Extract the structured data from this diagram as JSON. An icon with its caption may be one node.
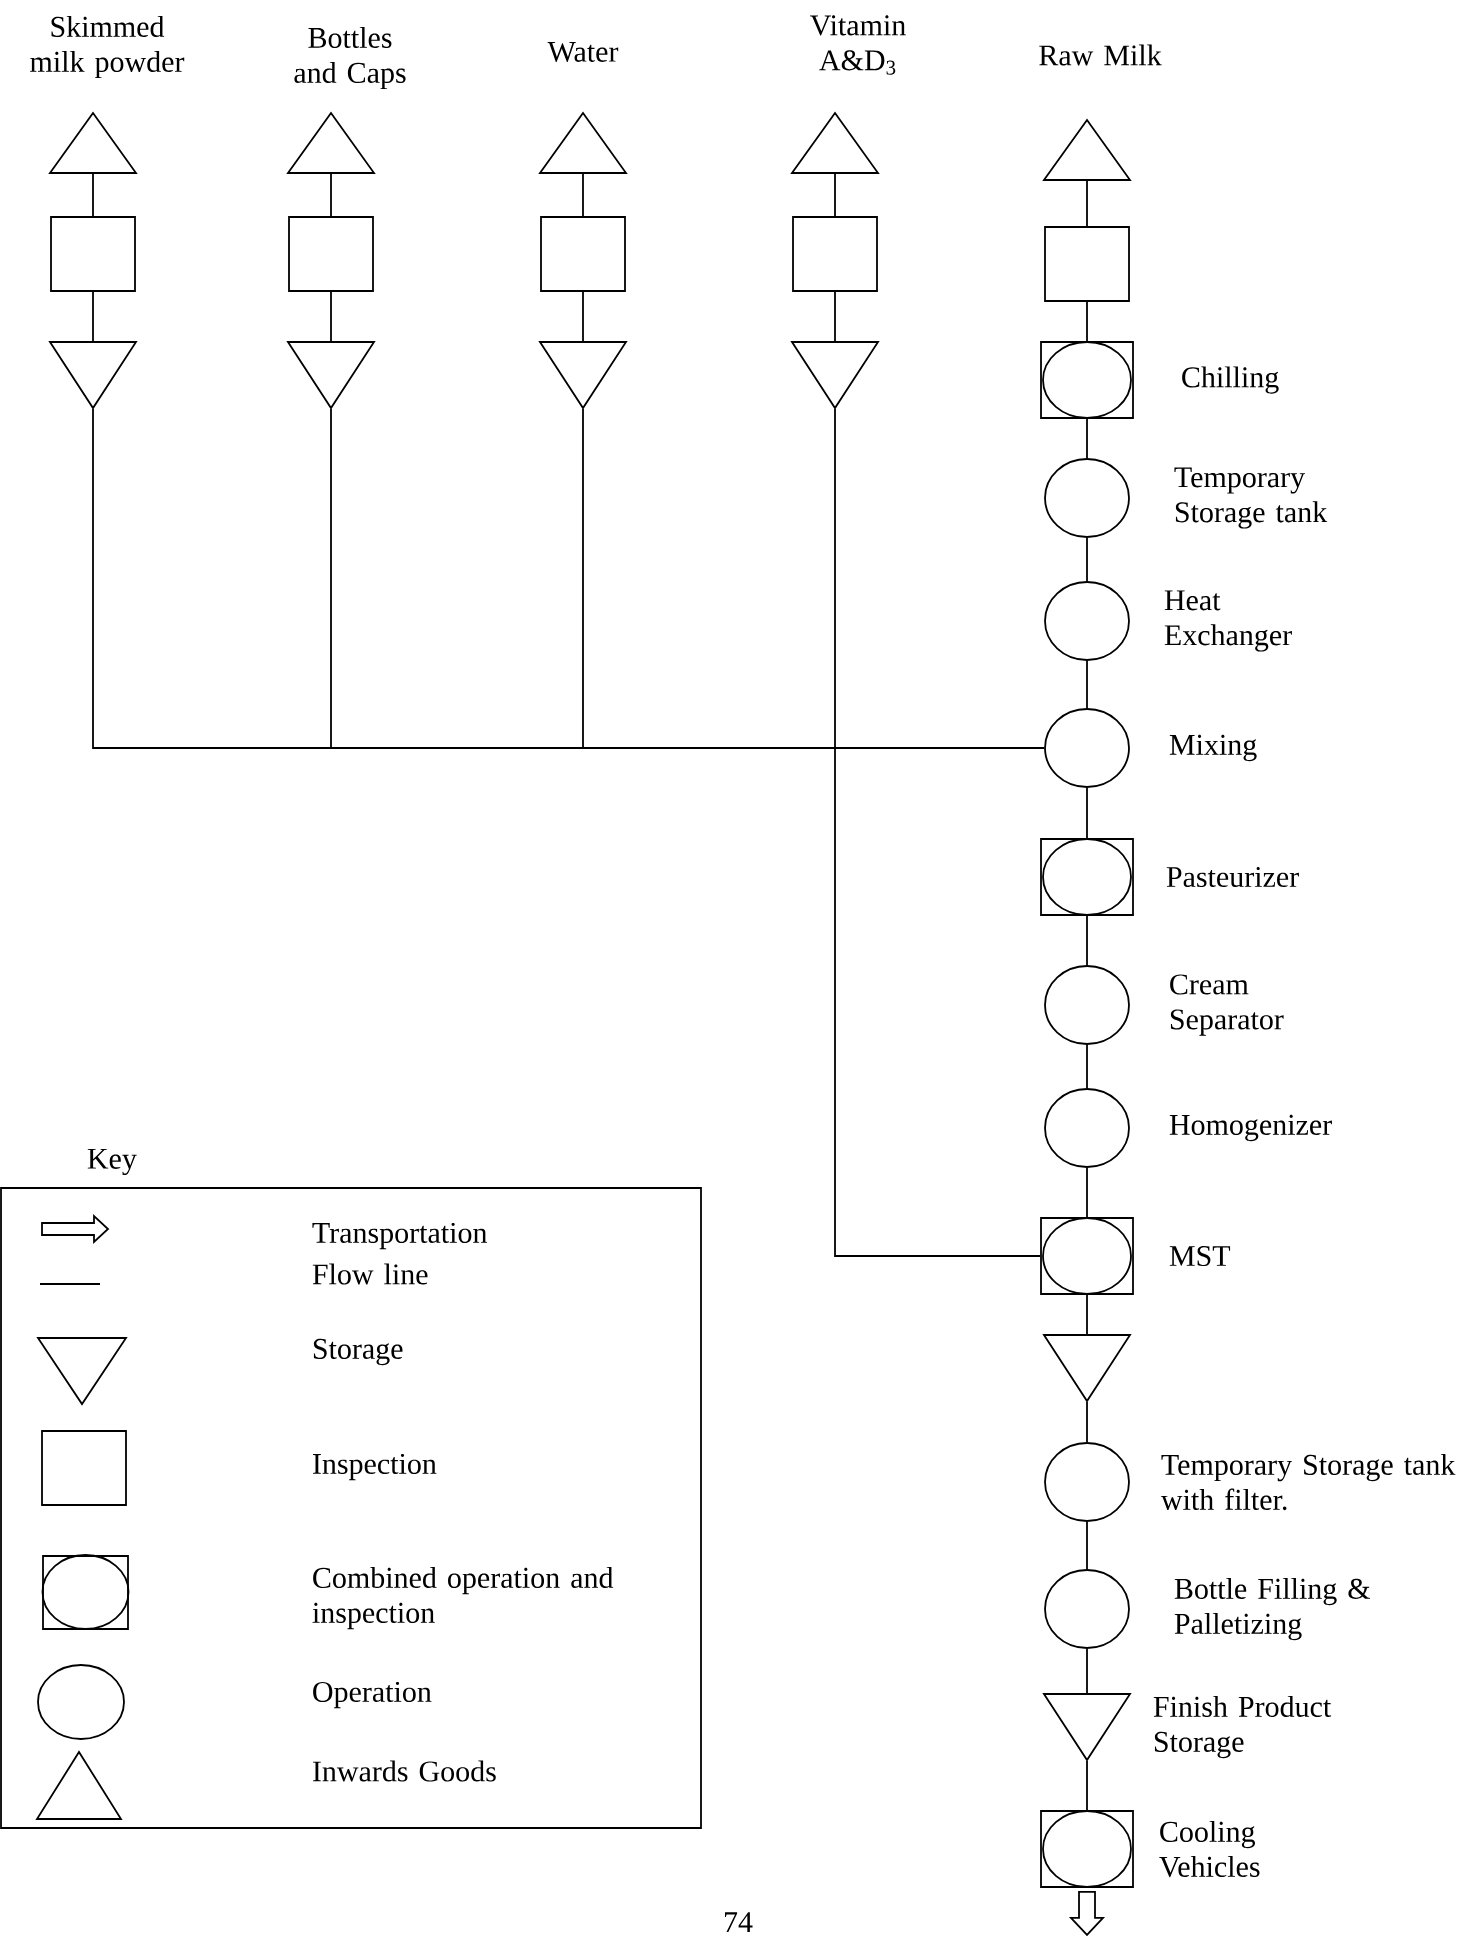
{
  "diagram": {
    "nodes": [
      {
        "text": [
          "Skimmed milk powder"
        ]
      },
      {
        "text": [
          "Bottles and Caps"
        ]
      },
      {
        "text": [
          "Water"
        ]
      },
      {
        "text": [
          "Vitamin A&D$_{3}$"
        ]
      },
      {
        "text": [
          "Raw Milk"
        ]
      },
      {
        "text": [],
        "shape": "box"
      },
      {
        "text": [],
        "shape": "box"
      },
      {
        "text": [],
        "shape": "box"
      },
      {
        "text": [],
        "shape": "box"
      },
      {
        "text": [],
        "shape": "box"
      },
      {
        "text": [],
        "shape": "triangle"
      },
      {
        "text": [],
        "shape": "triangle"
      },
      {
        "text": [],
        "shape": "triangle"
      },
      {
        "text": [],
        "shape": "triangle"
      },
      {
        "text": [
          "Chilling"
        ]
      },
      {
        "text": [
          "Temporary Storage tank"
        ]
      },
      {
        "text": [
          "Heat Exchanger"
        ]
      },
      {
        "text": [
          "Mixing"
        ]
      },
      {
        "text": [
          "Pasteurizer"
        ]
      },
      {
        "text": [
          "Cream Separator"
        ]
      },
      {
        "text": [
          "Homogenizer"
        ]
      },
      {
        "text": [
          "MST"
        ]
      },
      {
        "text": [],
        "shape": "triangle"
      },
      {
        "text": [
          "Temporary Storage tank with filter."
        ]
      },
      {
        "text": [
          "Bottle Filling & Palletizing"
        ]
      },
      {
        "text": [
          "Finish Product Storage"
        ]
      },
      {
        "text": [
          "Cooling Vehicles"
        ]
      }
    ],
    "edges": [
      {
        "from": 0,
        "to": 5,
        "arrow": "none"
      },
      {
        "from": 5,
        "to": 10,
        "arrow": "none"
      },
      {
        "from": 1,
        "to": 6,
        "arrow": "none"
      },
      {
        "from": 6,
        "to": 11,
        "arrow": "none"
      },
      {
        "from": 2,
        "to": 7,
        "arrow": "none"
      },
      {
        "from": 7,
        "to": 12,
        "arrow": "none"
      },
      {
        "from": 3,
        "to": 8,
        "arrow": "none"
      },
      {
        "from": 8,
        "to": 13,
        "arrow": "none"
      },
      {
        "from": 4,
        "to": 9,
        "arrow": "none"
      },
      {
        "from": 9,
        "to": 14,
        "arrow": "none"
      },
      {
        "from": 10,
        "to": 17,
        "arrow": "none"
      },
      {
        "from": 11,
        "to": 17,
        "arrow": "none"
      },
      {
        "from": 12,
        "to": 17,
        "arrow": "none"
      },
      {
        "from": 13,
        "to": 21,
        "arrow": "none"
      },
      {
        "from": 14,
        "to": 15,
        "arrow": "none"
      },
      {
        "from": 15,
        "to": 16,
        "arrow": "none"
      },
      {
        "from": 16,
        "to": 17,
        "arrow": "none"
      },
      {
        "from": 17,
        "to": 18,
        "arrow": "none"
      },
      {
        "from": 18,
        "to": 19,
        "arrow": "none"
      },
      {
        "from": 19,
        "to": 20,
        "arrow": "none"
      },
      {
        "from": 20,
        "to": 21,
        "arrow": "none"
      },
      {
        "from": 21,
        "to": 22,
        "arrow": "none"
      },
      {
        "from": 22,
        "to": 23,
        "arrow": "none"
      },
      {
        "from": 23,
        "to": 24,
        "arrow": "none"
      },
      {
        "from": 24,
        "to": 25,
        "arrow": "none"
      },
      {
        "from": 25,
        "to": 26,
        "arrow": "none"
      },
      {
        "from": 26,
        "to": null,
        "arrow": "to"
      }
    ],
    "labels": [
      "Key",
      "74"
    ],
    "legend": [
      {
        "text": "Transportation"
      },
      {
        "text": "Flow line"
      },
      {
        "text": "Storage"
      },
      {
        "text": "Inspection"
      },
      {
        "text": "Combined operation and inspection"
      },
      {
        "text": "Operation"
      },
      {
        "text": "Inwards Goods"
      }
    ]
  }
}
